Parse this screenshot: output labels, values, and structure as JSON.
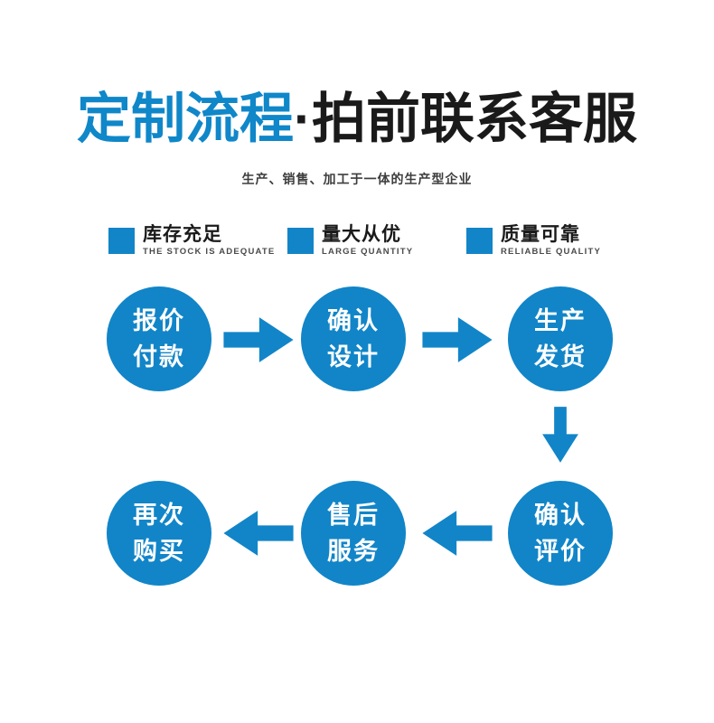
{
  "title": {
    "highlight": "定制流程",
    "rest": "·拍前联系客服"
  },
  "subtitle": "生产、销售、加工于一体的生产型企业",
  "features": [
    {
      "zh": "库存充足",
      "en": "THE STOCK IS ADEQUATE"
    },
    {
      "zh": "量大从优",
      "en": "LARGE QUANTITY"
    },
    {
      "zh": "质量可靠",
      "en": "RELIABLE QUALITY"
    }
  ],
  "flow": {
    "row1": [
      {
        "line1": "报价",
        "line2": "付款"
      },
      {
        "line1": "确认",
        "line2": "设计"
      },
      {
        "line1": "生产",
        "line2": "发货"
      }
    ],
    "row2": [
      {
        "line1": "再次",
        "line2": "购买"
      },
      {
        "line1": "售后",
        "line2": "服务"
      },
      {
        "line1": "确认",
        "line2": "评价"
      }
    ]
  },
  "colors": {
    "accent": "#1185c8",
    "title_accent": "#0f87c9",
    "text_black": "#1a1a1a",
    "subtitle_gray": "#3d3d3d",
    "feature_en_gray": "#4a4a4a",
    "background": "#ffffff",
    "circle_text": "#ffffff"
  }
}
